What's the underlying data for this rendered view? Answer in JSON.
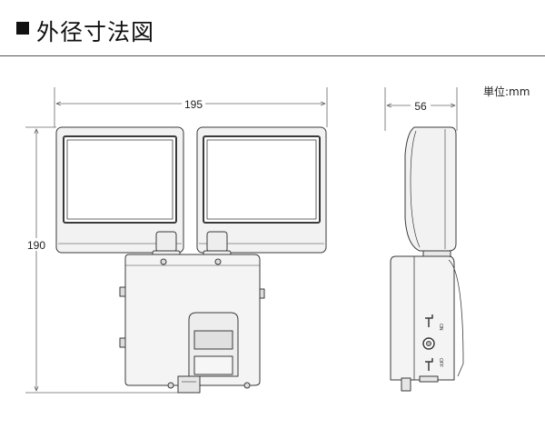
{
  "header": {
    "title": "外径寸法図"
  },
  "unit_label": "単位:mm",
  "dimensions": {
    "front_width": "195",
    "front_height": "190",
    "side_depth": "56"
  },
  "switch_labels": {
    "on": "ON",
    "off": "OFF"
  },
  "colors": {
    "line": "#3a3a3a",
    "fill_light": "#f2f2f2",
    "fill_mid": "#e4e4e4",
    "dim": "#666666"
  }
}
